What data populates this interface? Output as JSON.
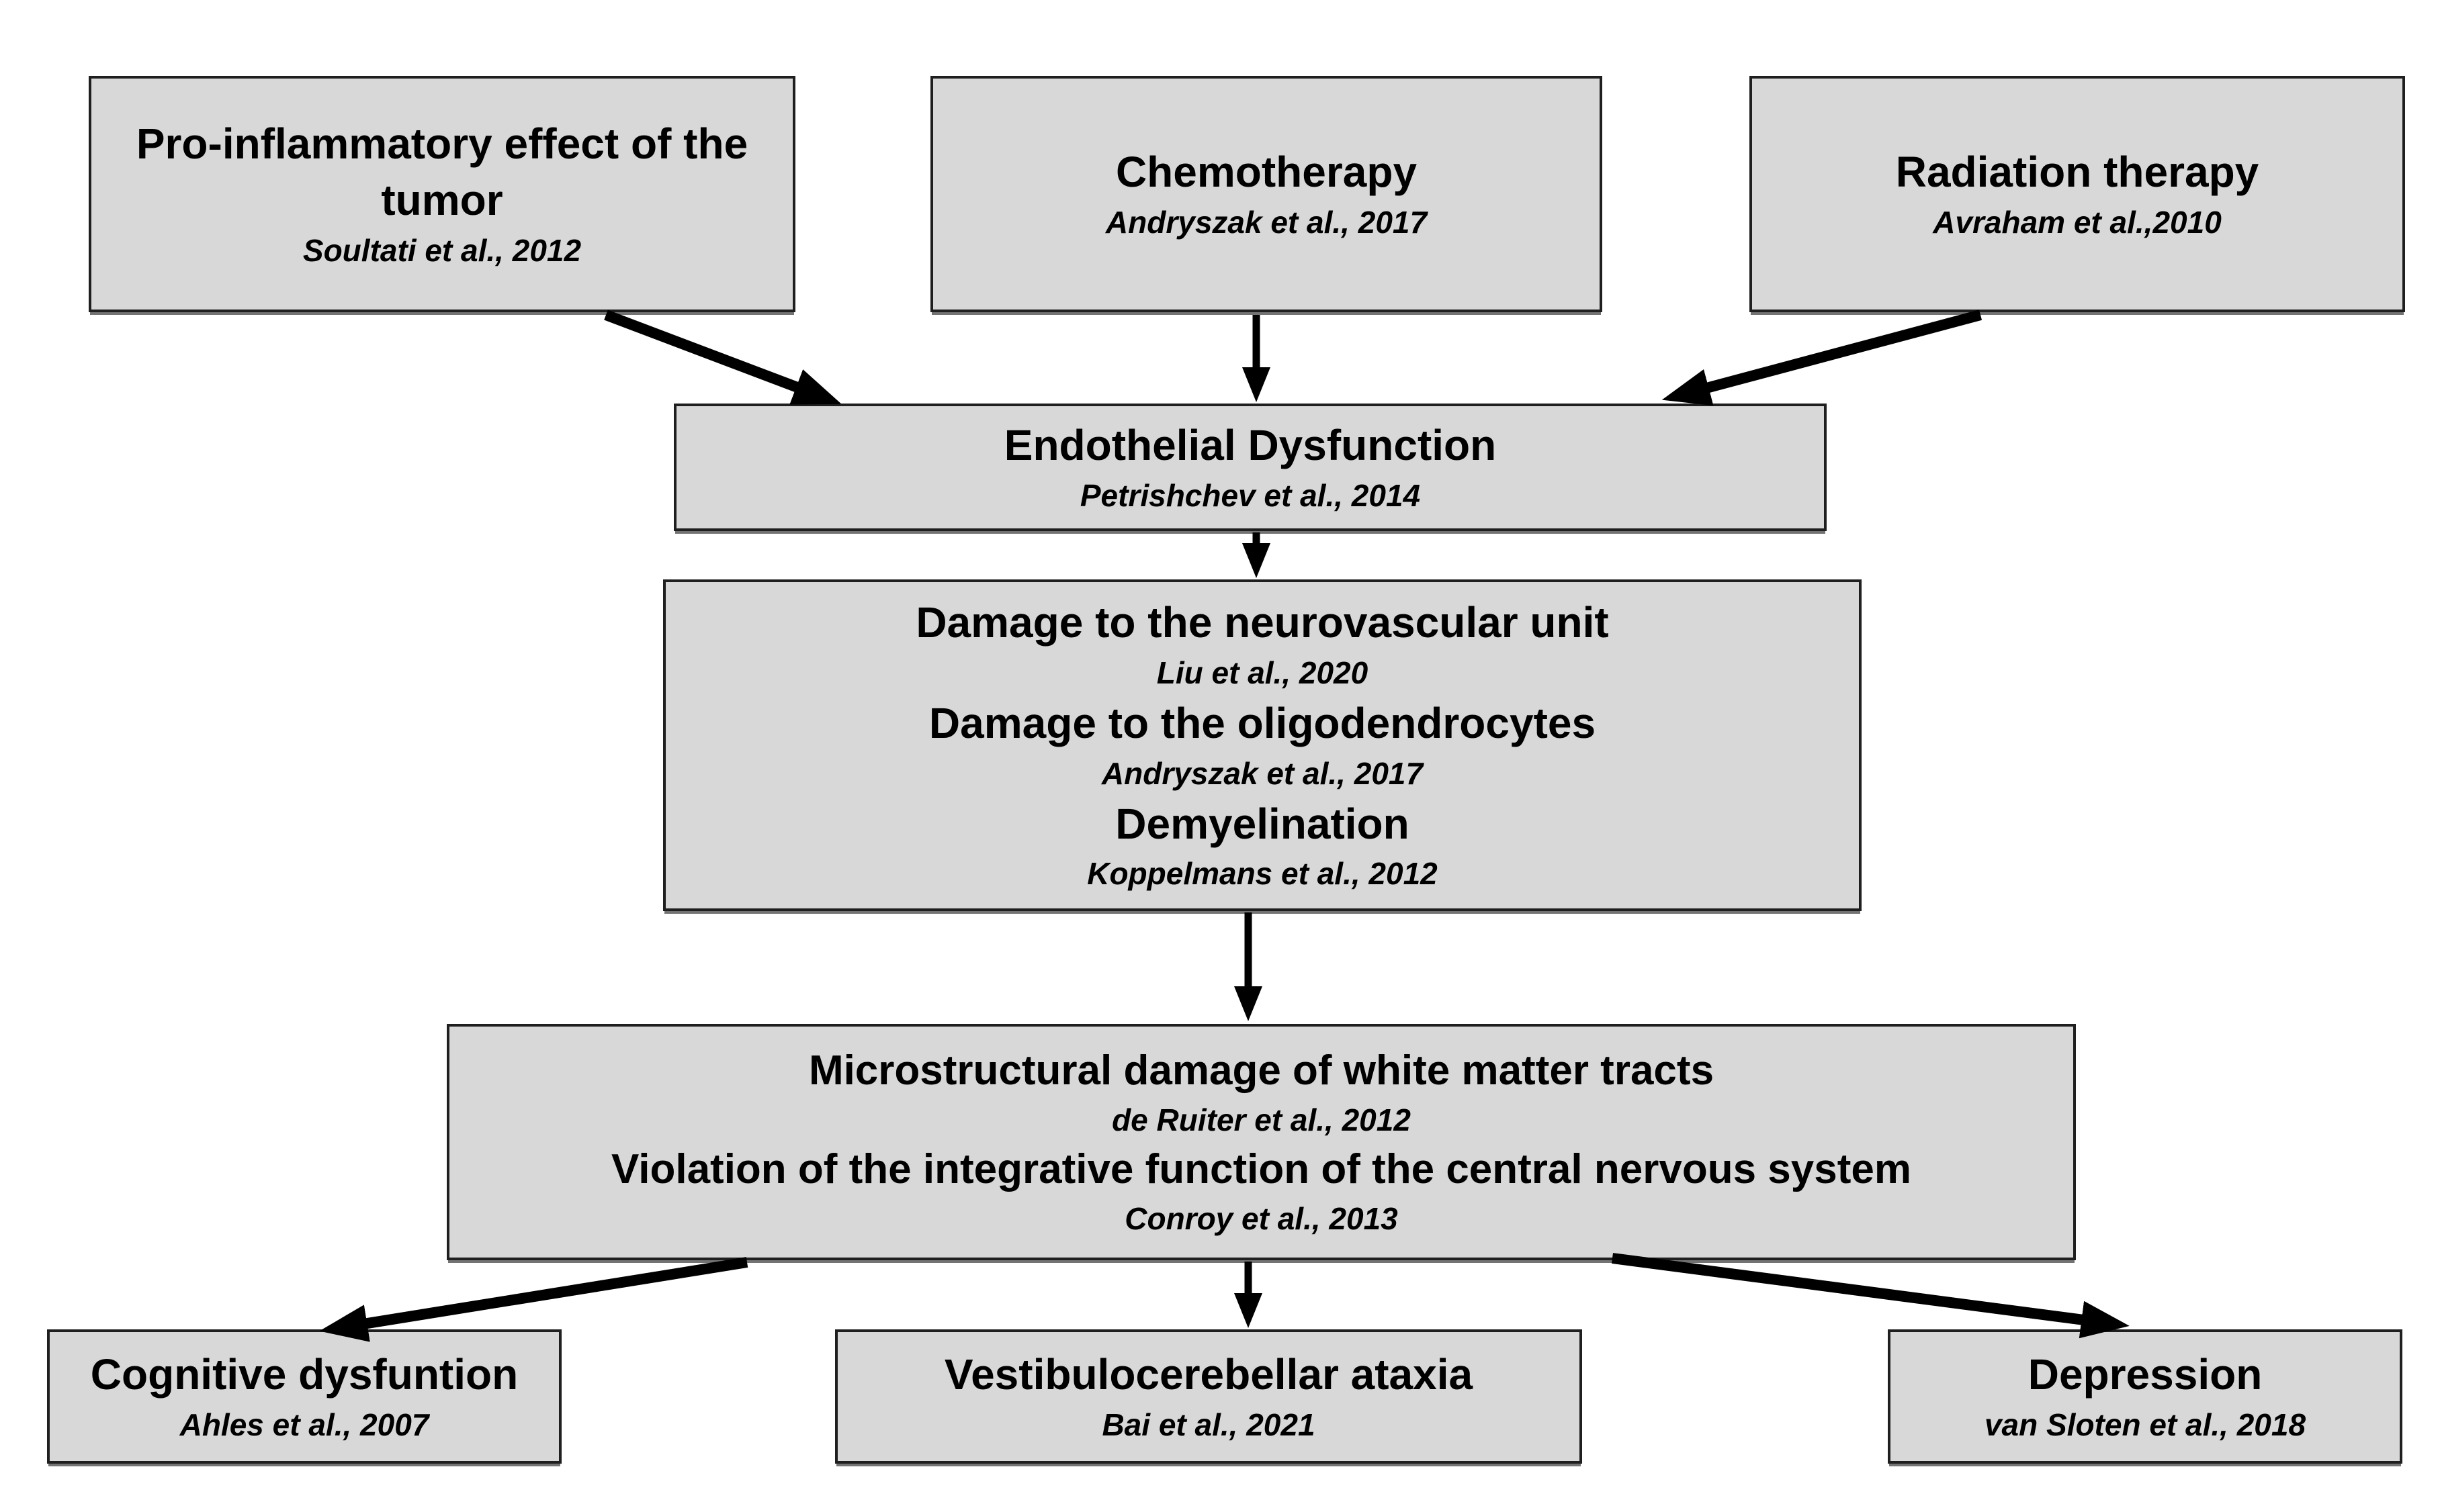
{
  "diagram": {
    "description_visible": false,
    "background_color": "#ffffff",
    "box_fill_color": "#d8d8d8",
    "box_border_color": "#1f1f1f",
    "arrow_color": "#000000",
    "nodes": {
      "pro_inflammatory": {
        "title": "Pro-inflammatory effect of the tumor",
        "citation": "Soultati et al., 2012"
      },
      "chemotherapy": {
        "title": "Chemotherapy",
        "citation": "Andryszak et al., 2017"
      },
      "radiation": {
        "title": "Radiation therapy",
        "citation": "Avraham et al.,2010"
      },
      "endothelial": {
        "title": "Endothelial Dysfunction",
        "citation": "Petrishchev et al., 2014"
      },
      "damage": {
        "items": [
          {
            "title": "Damage to the neurovascular unit",
            "citation": "Liu et al., 2020"
          },
          {
            "title": "Damage to the oligodendrocytes",
            "citation": "Andryszak et al., 2017"
          },
          {
            "title": "Demyelination",
            "citation": "Koppelmans et al., 2012"
          }
        ]
      },
      "microstructural": {
        "items": [
          {
            "title": "Microstructural damage of white matter tracts",
            "citation": "de Ruiter et al., 2012"
          },
          {
            "title": "Violation of the integrative function of the central nervous system",
            "citation": "Conroy et al., 2013"
          }
        ]
      },
      "cognitive": {
        "title": "Cognitive dysfuntion",
        "citation": "Ahles et al., 2007"
      },
      "vestibulocerebellar": {
        "title": "Vestibulocerebellar ataxia",
        "citation": "Bai et al., 2021"
      },
      "depression": {
        "title": "Depression",
        "citation": "van Sloten et al., 2018"
      }
    },
    "edges": [
      {
        "from": "pro_inflammatory",
        "to": "endothelial"
      },
      {
        "from": "chemotherapy",
        "to": "endothelial"
      },
      {
        "from": "radiation",
        "to": "endothelial"
      },
      {
        "from": "endothelial",
        "to": "damage"
      },
      {
        "from": "damage",
        "to": "microstructural"
      },
      {
        "from": "microstructural",
        "to": "cognitive"
      },
      {
        "from": "microstructural",
        "to": "vestibulocerebellar"
      },
      {
        "from": "microstructural",
        "to": "depression"
      }
    ]
  }
}
